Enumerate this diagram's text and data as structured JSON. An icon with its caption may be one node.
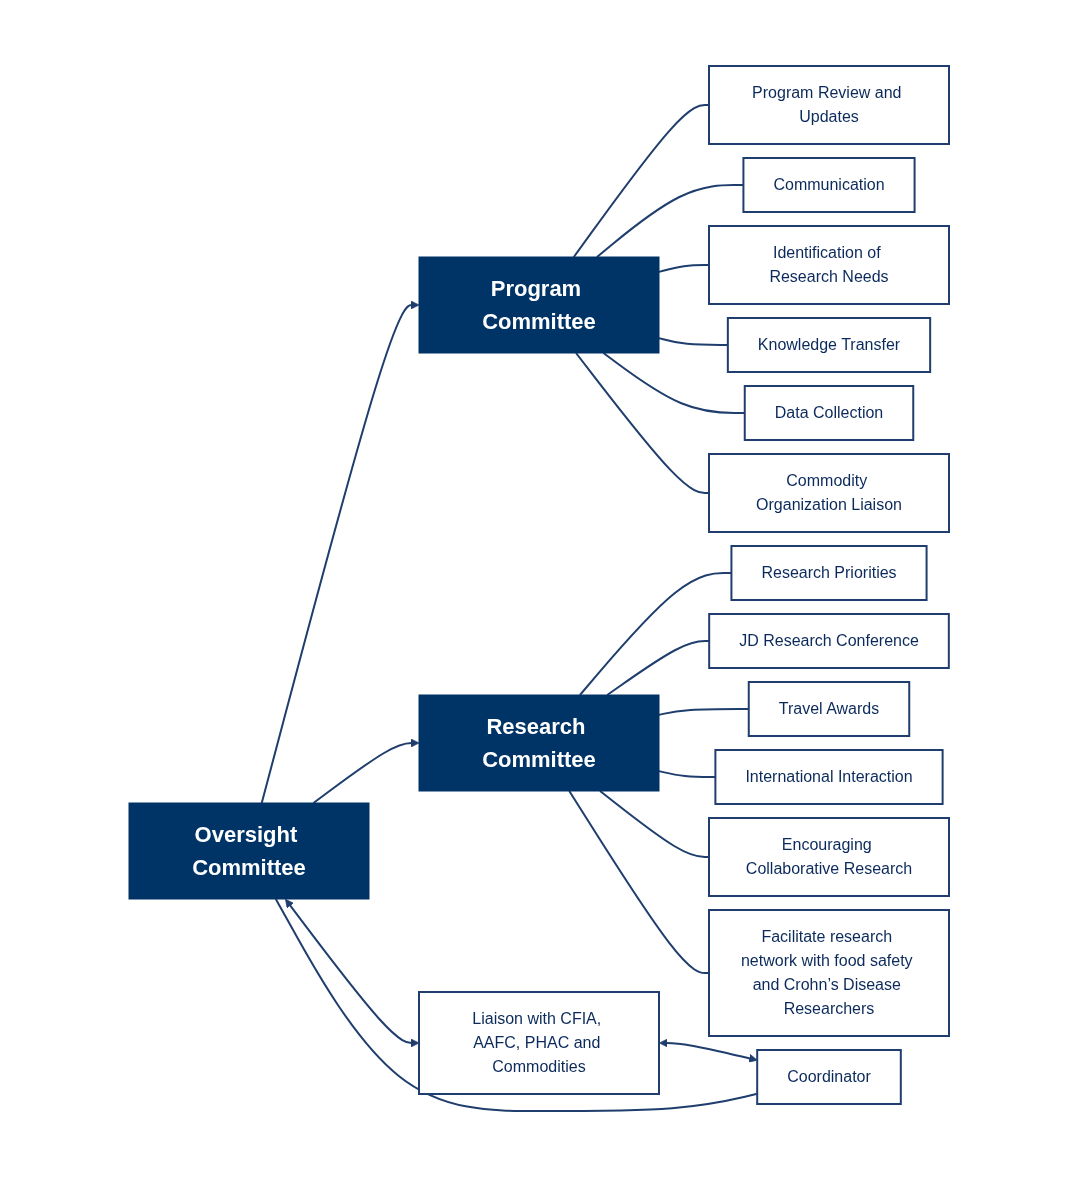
{
  "diagram": {
    "nodes": [
      {
        "text": [
          "Oversight Committee"
        ]
      },
      {
        "text": [
          "Program Committee"
        ]
      },
      {
        "text": [
          "Research Committee"
        ]
      },
      {
        "text": [
          "Liaison with CFIA, AAFC, PHAC and Commodities"
        ]
      },
      {
        "text": [
          "Coordinator"
        ]
      },
      {
        "text": [
          "Program Review and Updates"
        ]
      },
      {
        "text": [
          "Communication"
        ]
      },
      {
        "text": [
          "Identification of Research Needs"
        ]
      },
      {
        "text": [
          "Knowledge Transfer"
        ]
      },
      {
        "text": [
          "Data Collection"
        ]
      },
      {
        "text": [
          "Commodity Organization Liaison"
        ]
      },
      {
        "text": [
          "Research Priorities"
        ]
      },
      {
        "text": [
          "JD Research Conference"
        ]
      },
      {
        "text": [
          "Travel Awards"
        ]
      },
      {
        "text": [
          "International Interaction"
        ]
      },
      {
        "text": [
          "Encouraging Collaborative Research"
        ]
      },
      {
        "text": [
          "Facilitate research network with food safety and Crohn’s Disease Researchers"
        ]
      }
    ],
    "edges": [
      {
        "from": 0,
        "to": 1,
        "arrow": "to"
      },
      {
        "from": 0,
        "to": 2,
        "arrow": "to"
      },
      {
        "from": 0,
        "to": 3,
        "arrow": "both"
      },
      {
        "from": 3,
        "to": 4,
        "arrow": "both"
      },
      {
        "from": 0,
        "to": 4,
        "arrow": "none"
      },
      {
        "from": 1,
        "to": 5,
        "arrow": "none"
      },
      {
        "from": 1,
        "to": 6,
        "arrow": "none"
      },
      {
        "from": 1,
        "to": 7,
        "arrow": "none"
      },
      {
        "from": 1,
        "to": 8,
        "arrow": "none"
      },
      {
        "from": 1,
        "to": 9,
        "arrow": "none"
      },
      {
        "from": 1,
        "to": 10,
        "arrow": "none"
      },
      {
        "from": 2,
        "to": 11,
        "arrow": "none"
      },
      {
        "from": 2,
        "to": 12,
        "arrow": "none"
      },
      {
        "from": 2,
        "to": 13,
        "arrow": "none"
      },
      {
        "from": 2,
        "to": 14,
        "arrow": "none"
      },
      {
        "from": 2,
        "to": 15,
        "arrow": "none"
      },
      {
        "from": 2,
        "to": 16,
        "arrow": "none"
      }
    ]
  }
}
